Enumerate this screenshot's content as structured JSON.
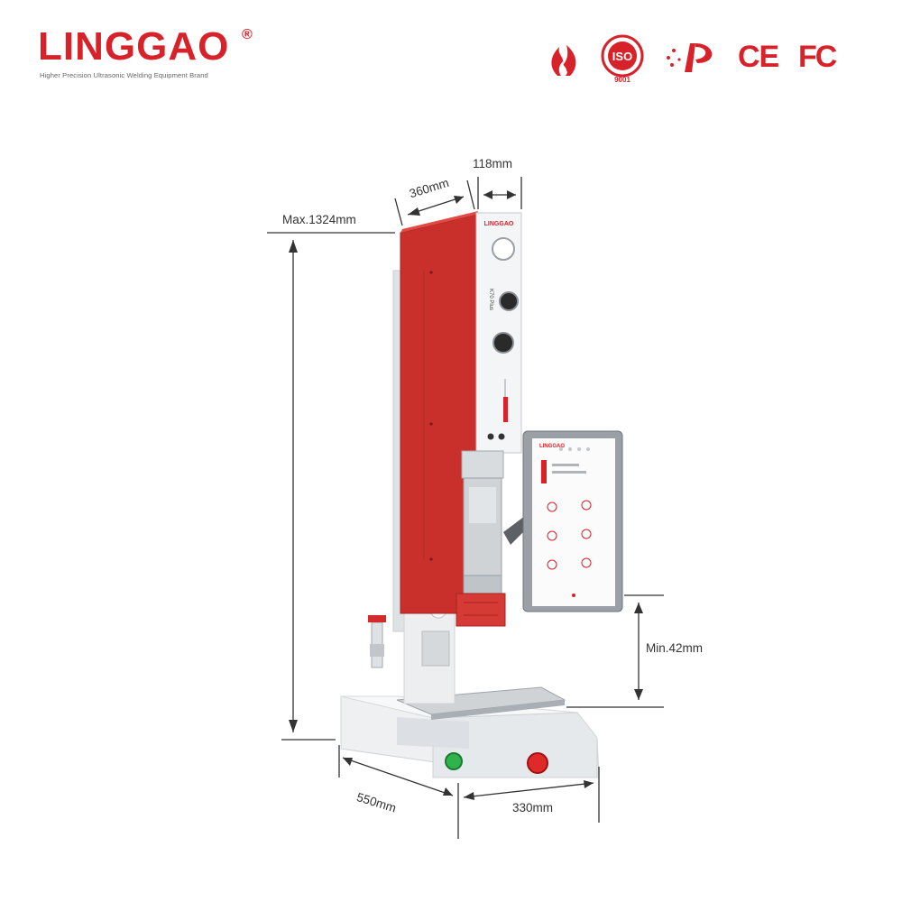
{
  "brand": {
    "name": "LINGGAO",
    "registered": "®",
    "tagline": "Higher Precision Ultrasonic Welding Equipment Brand"
  },
  "certifications": {
    "iso_label": "ISO",
    "iso_number": "9001",
    "ce": "CE",
    "fcc": "FC"
  },
  "machine": {
    "head_logo": "LINGGAO",
    "screen_logo": "LINGGAO"
  },
  "dimensions": {
    "max_height": "Max.1324mm",
    "head_width": "360mm",
    "head_depth": "118mm",
    "min_gap": "Min.42mm",
    "base_depth": "550mm",
    "base_width": "330mm"
  },
  "colors": {
    "brand_red": "#d8222a",
    "machine_red": "#c9302c",
    "frame_white": "#eef0f2",
    "screen_frame": "#9aa0a6",
    "start_button": "#2fb34a",
    "emergency_stop": "#e02a2a"
  }
}
